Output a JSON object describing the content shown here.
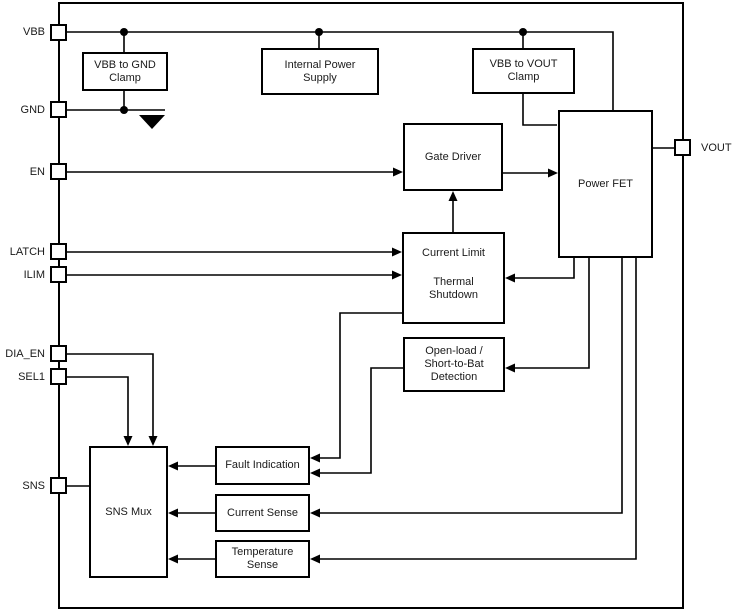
{
  "diagram": {
    "colors": {
      "line": "#000000",
      "text": "#1a1a1a",
      "background": "#ffffff"
    },
    "pins": {
      "vbb": "VBB",
      "gnd": "GND",
      "en": "EN",
      "latch": "LATCH",
      "ilim": "ILIM",
      "dia_en": "DIA_EN",
      "sel1": "SEL1",
      "sns": "SNS",
      "vout": "VOUT"
    },
    "blocks": {
      "vbb_gnd_clamp": "VBB to GND\nClamp",
      "internal_power_supply": "Internal Power\nSupply",
      "vbb_vout_clamp": "VBB to VOUT\nClamp",
      "gate_driver": "Gate Driver",
      "power_fet": "Power FET",
      "current_limit": "Current Limit",
      "thermal_shutdown": "Thermal\nShutdown",
      "open_load_detection": "Open-load /\nShort-to-Bat\nDetection",
      "fault_indication": "Fault Indication",
      "current_sense": "Current Sense",
      "temperature_sense": "Temperature\nSense",
      "sns_mux": "SNS Mux"
    }
  }
}
